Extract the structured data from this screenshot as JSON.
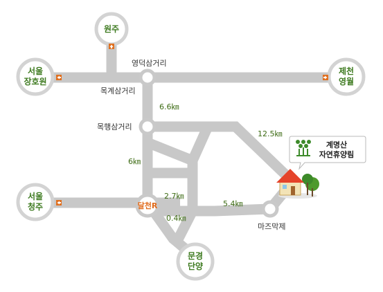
{
  "cities": {
    "wonju": "원주",
    "seoul_north": [
      "서울",
      "장호원"
    ],
    "jecheon": [
      "제천",
      "영월"
    ],
    "seoul_south": [
      "서울",
      "청주"
    ],
    "danyang": [
      "문경",
      "단양"
    ]
  },
  "junctions": {
    "yeongdeok": "영덕삼거리",
    "mokgye": "목계삼거리",
    "mokhaeng": "목행삼거리",
    "dalcheon": "달천R",
    "majeu": "마즈막제"
  },
  "distances": {
    "d1": "6.6㎞",
    "d2": "12.5㎞",
    "d3": "6㎞",
    "d4": "2.7㎞",
    "d5": "5.4㎞",
    "d6": "0.4㎞"
  },
  "destination": {
    "line1": "계명산",
    "line2": "자연휴양림"
  },
  "colors": {
    "road": "#c8c8c8",
    "city_text": "#3d7a1f",
    "arrow": "#e07020",
    "dalcheon": "#e06a1a"
  }
}
